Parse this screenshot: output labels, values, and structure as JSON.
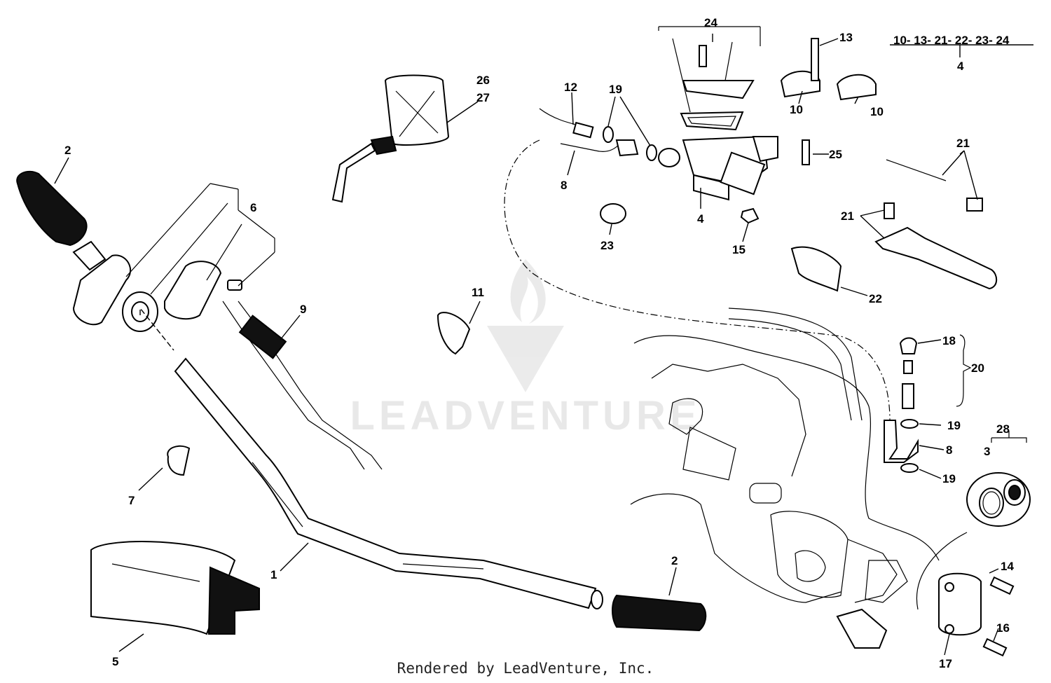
{
  "callouts": {
    "c1": "1",
    "c2a": "2",
    "c2b": "2",
    "c3": "3",
    "c4a": "4",
    "c4b": "4",
    "c5": "5",
    "c6": "6",
    "c7": "7",
    "c8a": "8",
    "c8b": "8",
    "c9": "9",
    "c10a": "10",
    "c10b": "10",
    "c11": "11",
    "c12": "12",
    "c13": "13",
    "c14": "14",
    "c15": "15",
    "c16": "16",
    "c17": "17",
    "c18": "18",
    "c19a": "19",
    "c19b": "19",
    "c19c": "19",
    "c20": "20",
    "c21a": "21",
    "c21b": "21",
    "c22": "22",
    "c23": "23",
    "c24": "24",
    "c25": "25",
    "c26": "26",
    "c27": "27",
    "c28": "28"
  },
  "kit_list": "10- 13- 21- 22- 23- 24",
  "watermark": "LEADVENTURE",
  "credit": "Rendered by LeadVenture, Inc."
}
